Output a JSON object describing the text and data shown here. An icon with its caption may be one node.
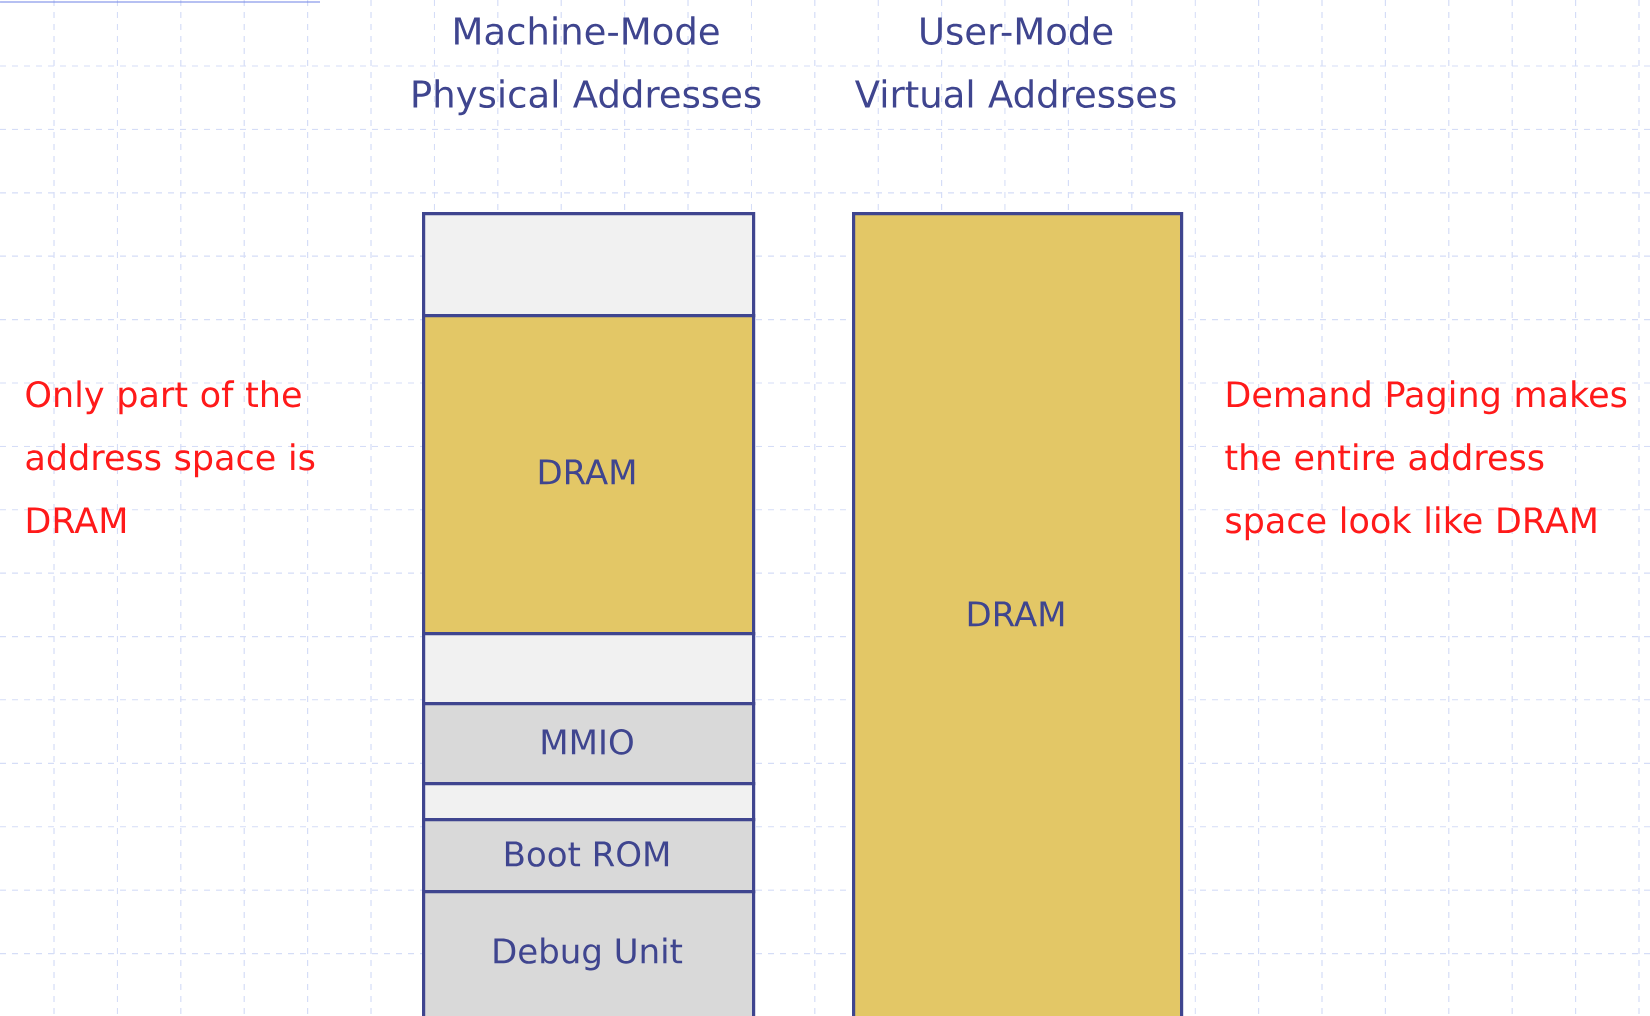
{
  "diagram": {
    "nodes": [
      {
        "text": [],
        "shape": "box"
      },
      {
        "text": [
          "DRAM"
        ]
      },
      {
        "text": [],
        "shape": "box"
      },
      {
        "text": [
          "MMIO"
        ]
      },
      {
        "text": [],
        "shape": "box"
      },
      {
        "text": [
          "Boot ROM"
        ]
      },
      {
        "text": [
          "Debug Unit"
        ]
      },
      {
        "text": [
          "DRAM"
        ]
      }
    ],
    "labels": [
      "Machine-Mode Physical Addresses",
      "User-Mode Virtual Addresses",
      "Only part of the address space is DRAM",
      "Demand Paging makes the entire address space look like DRAM"
    ]
  }
}
